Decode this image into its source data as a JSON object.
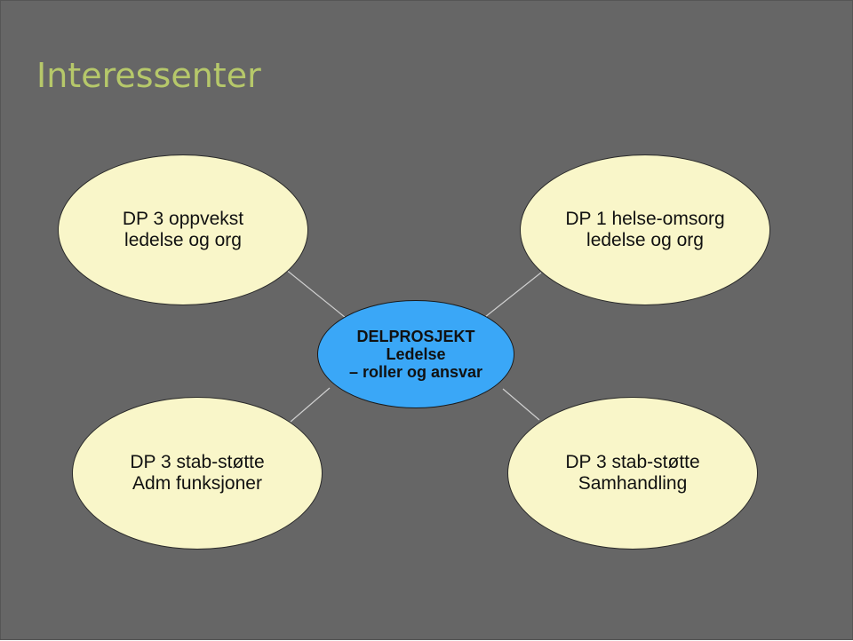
{
  "title": "Interessenter",
  "colors": {
    "background": "#666666",
    "title": "#b6c86a",
    "outer_fill": "#f9f6c9",
    "center_fill": "#3aa7f7",
    "connector": "#cfcfcf"
  },
  "center": {
    "line1": "DELPROSJEKT",
    "line2": "Ledelse",
    "line3": "– roller og ansvar"
  },
  "nodes": {
    "top_left": {
      "line1": "DP 3 oppvekst",
      "line2": "ledelse og org"
    },
    "top_right": {
      "line1": "DP 1 helse-omsorg",
      "line2": "ledelse og org"
    },
    "bottom_left": {
      "line1": "DP 3 stab-støtte",
      "line2": "Adm funksjoner"
    },
    "bottom_right": {
      "line1": "DP 3 stab-støtte",
      "line2": "Samhandling"
    }
  }
}
